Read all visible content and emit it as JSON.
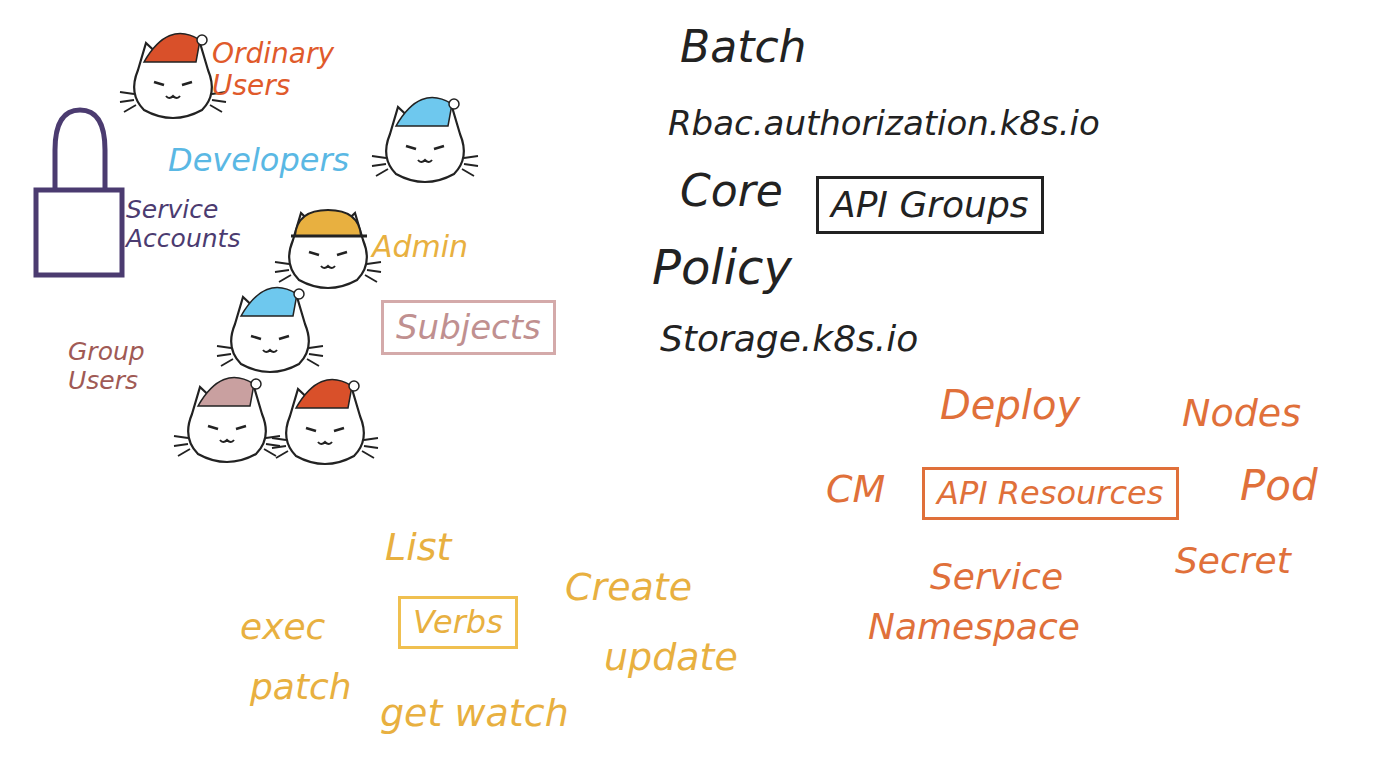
{
  "diagram": {
    "nodes": [
      {
        "text": [
          "API Groups"
        ]
      },
      {
        "text": [
          "Subjects"
        ]
      },
      {
        "text": [
          "API Resources"
        ]
      },
      {
        "text": [
          "Verbs"
        ]
      }
    ],
    "labels": [
      "Ordinary Users",
      "Developers",
      "Service Accounts",
      "Admin",
      "Group Users",
      "Batch",
      "Rbac.authorization.k8s.io",
      "Core",
      "Policy",
      "Storage.k8s.io",
      "Deploy",
      "Nodes",
      "CM",
      "Pod",
      "Service",
      "Secret",
      "Namespace",
      "List",
      "Create",
      "exec",
      "patch",
      "update",
      "get watch"
    ]
  }
}
